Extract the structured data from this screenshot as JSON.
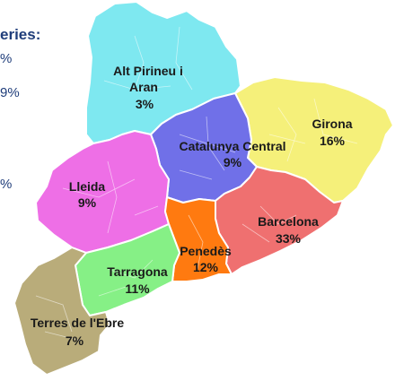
{
  "left_fragments": {
    "title": "eries:",
    "line1": "%",
    "line2": "9%",
    "line3": "%"
  },
  "colors": {
    "alt_pirineu": "#7ee8f0",
    "girona": "#f5f07a",
    "catalunya_central": "#7070e8",
    "lleida": "#ee6fe6",
    "barcelona": "#ef7070",
    "penedes": "#ff7a10",
    "tarragona": "#86f086",
    "terres_ebre": "#b9ac7a"
  },
  "regions": {
    "alt_pirineu": {
      "name_line1": "Alt Pirineu i",
      "name_line2": "Aran",
      "share": "3%"
    },
    "girona": {
      "name": "Girona",
      "share": "16%"
    },
    "catalunya_central": {
      "name": "Catalunya Central",
      "share": "9%"
    },
    "lleida": {
      "name": "Lleida",
      "share": "9%"
    },
    "barcelona": {
      "name": "Barcelona",
      "share": "33%"
    },
    "penedes": {
      "name": "Penedès",
      "share": "12%"
    },
    "tarragona": {
      "name": "Tarragona",
      "share": "11%"
    },
    "terres_ebre": {
      "name": "Terres de l'Ebre",
      "share": "7%"
    }
  }
}
